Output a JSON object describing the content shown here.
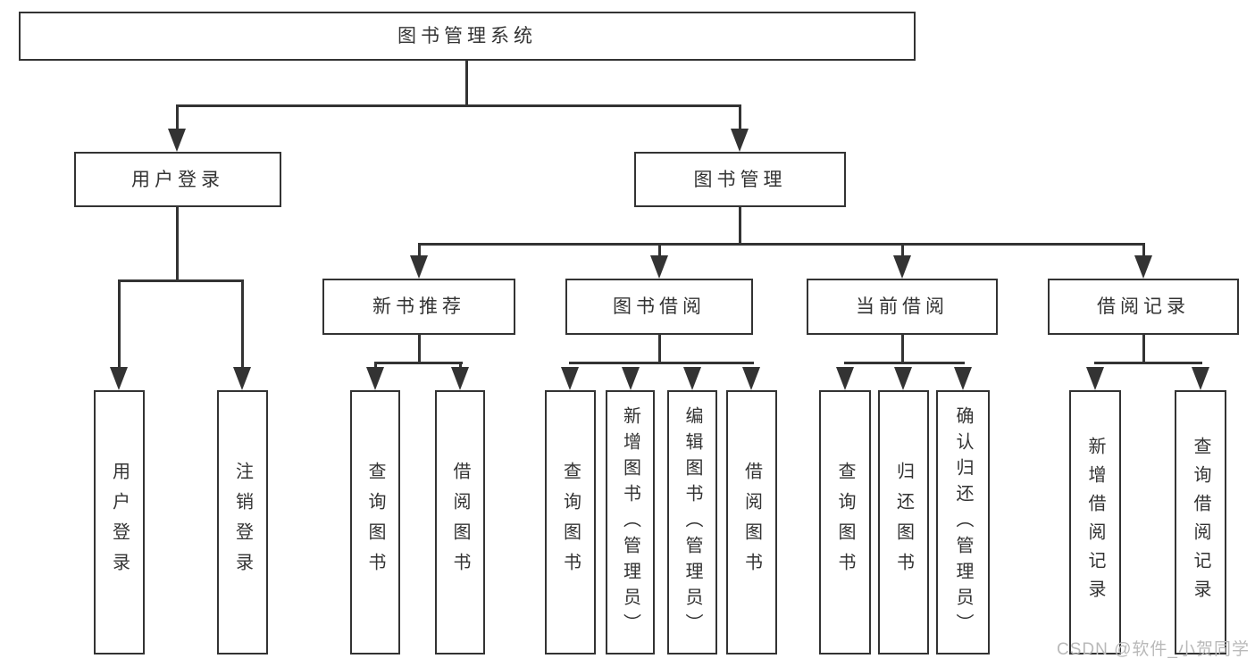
{
  "root": {
    "label": "图书管理系统"
  },
  "level2": {
    "user_login": {
      "label": "用户登录"
    },
    "book_mgmt": {
      "label": "图书管理"
    }
  },
  "level3": {
    "new_book": {
      "label": "新书推荐"
    },
    "book_borrow": {
      "label": "图书借阅"
    },
    "current_borrow": {
      "label": "当前借阅"
    },
    "borrow_record": {
      "label": "借阅记录"
    }
  },
  "leaves": {
    "login": {
      "label": "用户登录"
    },
    "logout": {
      "label": "注销登录"
    },
    "nb_query": {
      "label": "查询图书"
    },
    "nb_borrow": {
      "label": "借阅图书"
    },
    "bb_query": {
      "label": "查询图书"
    },
    "bb_add": {
      "label": "新增图书（管理员）"
    },
    "bb_edit": {
      "label": "编辑图书（管理员）"
    },
    "bb_borrow": {
      "label": "借阅图书"
    },
    "cb_query": {
      "label": "查询图书"
    },
    "cb_return": {
      "label": "归还图书"
    },
    "cb_confirm": {
      "label": "确认归还（管理员）"
    },
    "br_add": {
      "label": "新增借阅记录"
    },
    "br_query": {
      "label": "查询借阅记录"
    }
  },
  "watermark": {
    "text": "CSDN @软件_小贺同学"
  },
  "colors": {
    "line": "#333333",
    "box_border": "#333333",
    "text": "#333333",
    "watermark": "#b9b9b9",
    "background": "#ffffff"
  }
}
